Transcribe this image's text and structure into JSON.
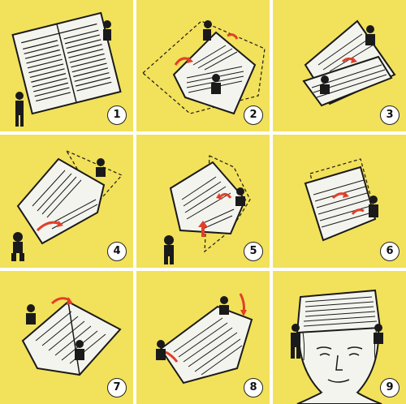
{
  "colors": {
    "background": "#f2e15a",
    "paper": "#f4f4ef",
    "ink": "#1a1a1a",
    "arrow": "#e0402a",
    "divider": "#ffffff"
  },
  "steps": [
    {
      "number": "1",
      "icon": "unfolded-newspaper-icon"
    },
    {
      "number": "2",
      "icon": "fold-top-corners-icon"
    },
    {
      "number": "3",
      "icon": "fold-bottom-strip-icon"
    },
    {
      "number": "4",
      "icon": "fold-back-strip-icon"
    },
    {
      "number": "5",
      "icon": "open-triangle-icon"
    },
    {
      "number": "6",
      "icon": "fold-flaps-up-icon"
    },
    {
      "number": "7",
      "icon": "open-diamond-icon"
    },
    {
      "number": "8",
      "icon": "pull-apart-icon"
    },
    {
      "number": "9",
      "icon": "finished-paper-hat-icon"
    }
  ]
}
